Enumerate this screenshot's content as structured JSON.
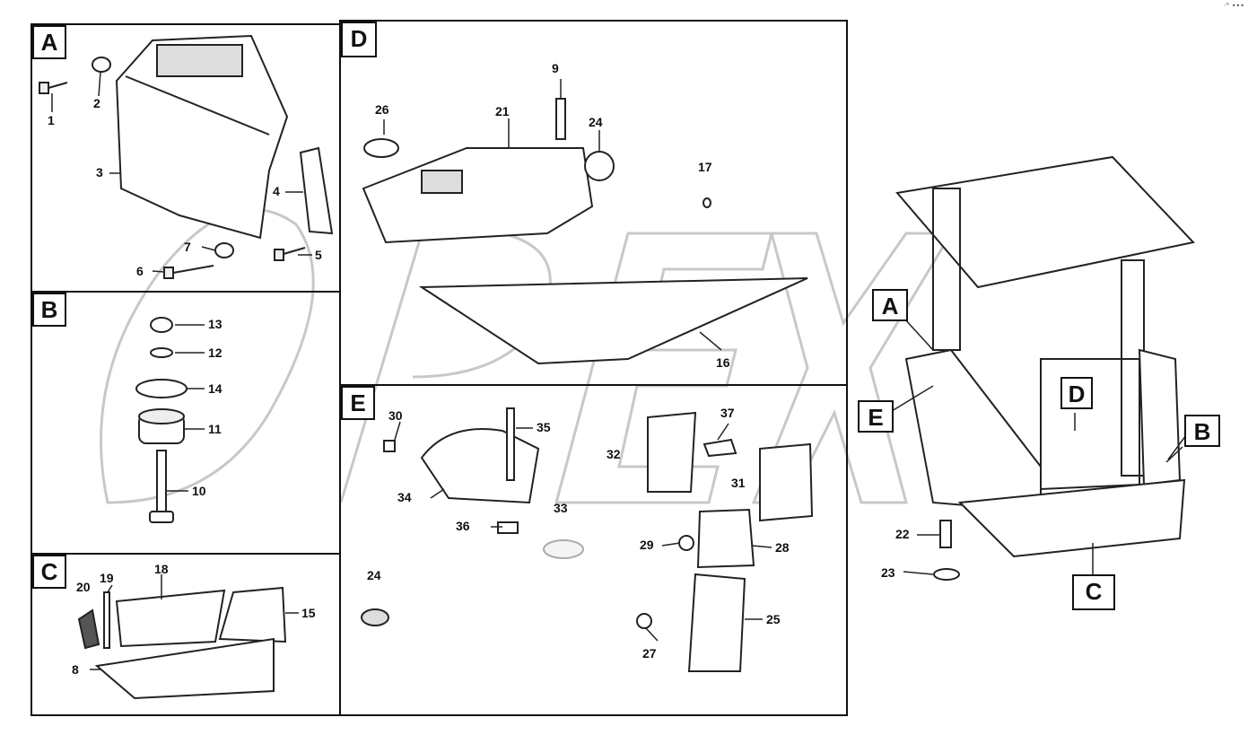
{
  "corner_mark": "·° •••",
  "watermark": "OPEX",
  "sections": {
    "A": {
      "label": "A",
      "parts": [
        "1",
        "2",
        "3",
        "4",
        "5",
        "6",
        "7"
      ]
    },
    "B": {
      "label": "B",
      "parts": [
        "13",
        "12",
        "14",
        "11",
        "10"
      ]
    },
    "C": {
      "label": "C",
      "parts": [
        "20",
        "19",
        "18",
        "15",
        "8"
      ]
    },
    "D": {
      "label": "D",
      "parts": [
        "9",
        "26",
        "21",
        "24",
        "17",
        "16"
      ]
    },
    "E": {
      "label": "E",
      "parts": [
        "30",
        "35",
        "37",
        "32",
        "31",
        "34",
        "33",
        "36",
        "29",
        "28",
        "24",
        "27",
        "25"
      ]
    }
  },
  "machine_labels": {
    "A": "A",
    "B": "B",
    "C": "C",
    "D": "D",
    "E": "E"
  },
  "machine_parts": [
    "22",
    "23"
  ]
}
